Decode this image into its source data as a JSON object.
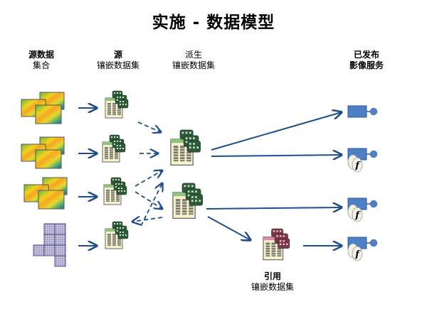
{
  "title": "实施 - 数据模型",
  "columns": {
    "source_data": {
      "line1": "源数据",
      "line2": "集合"
    },
    "source_mosaic": {
      "line1": "源",
      "line2": "镶嵌数据集"
    },
    "derived_mosaic": {
      "line1": "派生",
      "line2": "镶嵌数据集"
    },
    "published": {
      "line1": "已发布",
      "line2": "影像服务"
    }
  },
  "referenced_mosaic": {
    "line1": "引用",
    "line2": "镶嵌数据集"
  },
  "nodes": {
    "source_data": [
      {
        "id": "raster-set-1",
        "icon": "raster-images-icon"
      },
      {
        "id": "raster-set-2",
        "icon": "raster-images-icon"
      },
      {
        "id": "raster-set-3",
        "icon": "raster-images-icon"
      },
      {
        "id": "tile-set-4",
        "icon": "tiled-raster-icon"
      }
    ],
    "source_mosaic": [
      {
        "id": "source-mosaic-1",
        "icon": "mosaic-dataset-icon"
      },
      {
        "id": "source-mosaic-2",
        "icon": "mosaic-dataset-icon"
      },
      {
        "id": "source-mosaic-3",
        "icon": "mosaic-dataset-icon"
      },
      {
        "id": "source-mosaic-4",
        "icon": "mosaic-dataset-icon"
      }
    ],
    "derived_mosaic": [
      {
        "id": "derived-mosaic-1",
        "icon": "mosaic-dataset-icon"
      },
      {
        "id": "derived-mosaic-2",
        "icon": "mosaic-dataset-icon"
      }
    ],
    "referenced_mosaic": {
      "id": "referenced-mosaic",
      "icon": "referenced-mosaic-dataset-icon"
    },
    "published": [
      {
        "id": "image-service-1",
        "icon": "image-service-icon"
      },
      {
        "id": "image-service-2",
        "icon": "image-service-function-icon"
      },
      {
        "id": "image-service-3",
        "icon": "image-service-function-icon"
      },
      {
        "id": "image-service-4",
        "icon": "image-service-function-icon"
      }
    ]
  },
  "function_symbol": "f",
  "colors": {
    "arrow": "#1f4e8c",
    "service_fill": "#4f7fc4",
    "service_stroke": "#2a5a9c",
    "mosaic_tile": "#2e5a3a",
    "mosaic_table_header": "#8fc27a",
    "referenced_table_header": "#d88aa8",
    "referenced_tile": "#7a3848",
    "tile_fill": "#b8b4d8"
  }
}
